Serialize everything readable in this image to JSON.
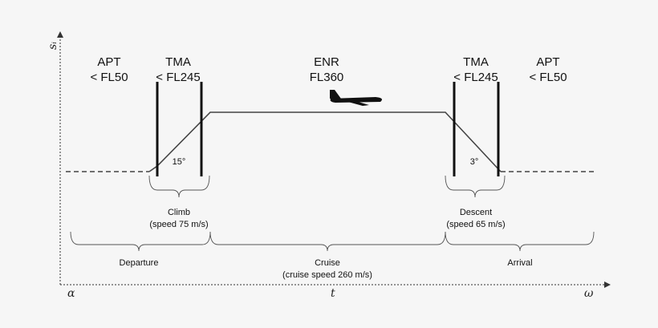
{
  "axes": {
    "y_symbol": "sᵢ",
    "x_symbol": "t",
    "x_start": "α",
    "x_end": "ω"
  },
  "zones": {
    "apt_left": {
      "name": "APT",
      "limit": "< FL50"
    },
    "tma_left": {
      "name": "TMA",
      "limit": "< FL245"
    },
    "enr": {
      "name": "ENR",
      "limit": "FL360"
    },
    "tma_right": {
      "name": "TMA",
      "limit": "< FL245"
    },
    "apt_right": {
      "name": "APT",
      "limit": "< FL50"
    }
  },
  "angles": {
    "climb": "15°",
    "descent": "3°"
  },
  "phases": {
    "climb": {
      "label": "Climb",
      "detail": "(speed 75 m/s)"
    },
    "descent": {
      "label": "Descent",
      "detail": "(speed 65 m/s)"
    }
  },
  "segments": {
    "departure": {
      "label": "Departure"
    },
    "cruise": {
      "label": "Cruise",
      "detail": "(cruise speed 260 m/s)"
    },
    "arrival": {
      "label": "Arrival"
    }
  }
}
